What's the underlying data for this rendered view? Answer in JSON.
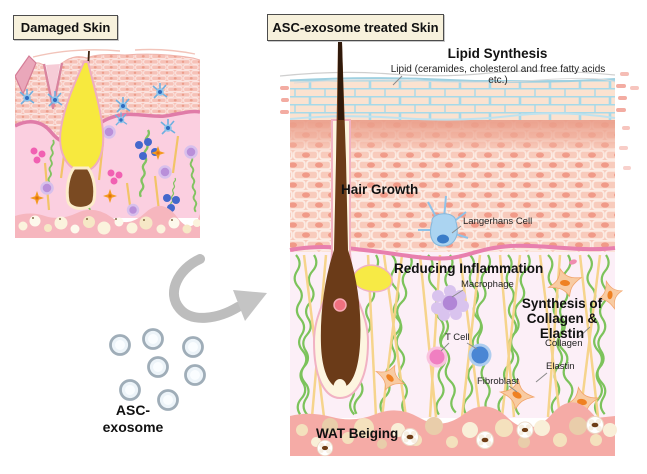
{
  "figure": {
    "type": "skin-treatment-diagram"
  },
  "left_panel": {
    "title": "Damaged Skin"
  },
  "right_panel": {
    "title": "ASC-exosome treated Skin",
    "labels": {
      "lipid_synthesis": "Lipid Synthesis",
      "lipid_detail": "Lipid (ceramides, cholesterol and free fatty acids etc.)",
      "hair_growth": "Hair Growth",
      "langerhans_cell": "Langerhans Cell",
      "reducing_inflammation": "Reducing Inflammation",
      "macrophage": "Macrophage",
      "synthesis_line1": "Synthesis of",
      "synthesis_line2": "Collagen & Elastin",
      "t_cell": "T Cell",
      "collagen": "Collagen",
      "elastin": "Elastin",
      "fibroblast": "Fibroblast",
      "wat_beiging": "WAT Beiging"
    }
  },
  "exosome": {
    "label_line1": "ASC-",
    "label_line2": "exosome",
    "particle_count": 7
  },
  "colors": {
    "title_box_bg": "#f7f1dc",
    "stratum_corneum_brick": "#fbe2d0",
    "brick_mortar_blue": "#a6d9e9",
    "epidermis_pink": "#f8cbbc",
    "basement_membrane_pink": "#e87fae",
    "dermis_right": "#fceff7",
    "dermis_left": "#fbcfe0",
    "collagen_green": "#7cc35b",
    "elastin_yellow": "#f6d387",
    "hair_brown": "#6b3b18",
    "sebaceous_yellow": "#f7e93e",
    "macrophage_purple": "#b186d6",
    "t_cell_pink": "#f07fc1",
    "t_cell_blue": "#4a86d4",
    "fibroblast_orange": "#ef8122",
    "wat_band": "#f5aba6",
    "exosome_ring": "#9fadb8",
    "arrow_gray": "#bdbdbd"
  }
}
